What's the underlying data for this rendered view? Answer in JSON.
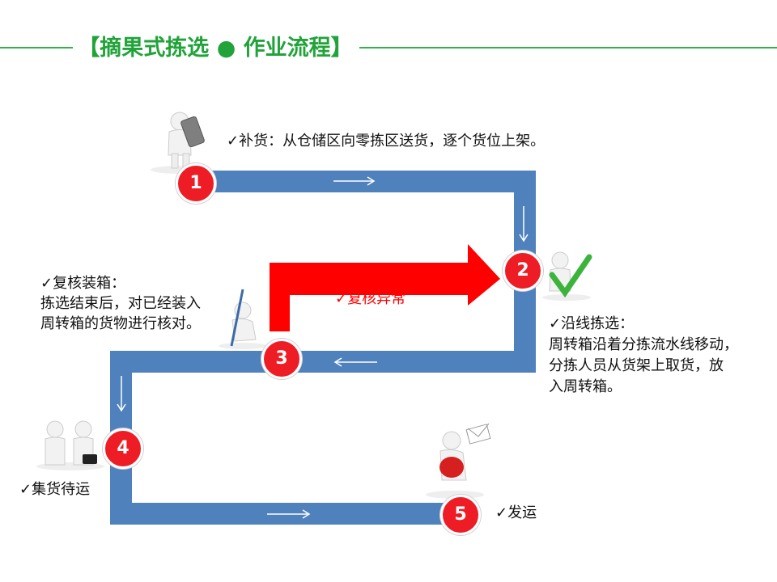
{
  "title": "【摘果式拣选 ● 作业流程】",
  "colors": {
    "title_green": "#21a33a",
    "line_green": "#33b24a",
    "path_blue": "#4f81bd",
    "badge_red": "#ee1c25",
    "arrow_red": "#ff0000"
  },
  "steps": [
    {
      "number": "1",
      "label": "✓补货：从仓储区向零拣区送货，逐个货位上架。",
      "icon": "person-with-handtruck-icon"
    },
    {
      "number": "2",
      "title": "✓沿线拣选：",
      "lines": [
        "周转箱沿着分拣流水线移动，",
        "分拣人员从货架上取货，放",
        "入周转箱。"
      ],
      "icon": "person-with-checkmark-icon"
    },
    {
      "number": "3",
      "title": "✓复核装箱：",
      "lines": [
        "拣选结束后，对已经装入",
        "周转箱的货物进行核对。"
      ],
      "icon": "person-with-mop-icon"
    },
    {
      "number": "4",
      "label": "✓集货待运",
      "icon": "handshake-icon"
    },
    {
      "number": "5",
      "label": "✓发运",
      "icon": "person-with-envelope-icon"
    }
  ],
  "exception_label": "✓复核异常"
}
